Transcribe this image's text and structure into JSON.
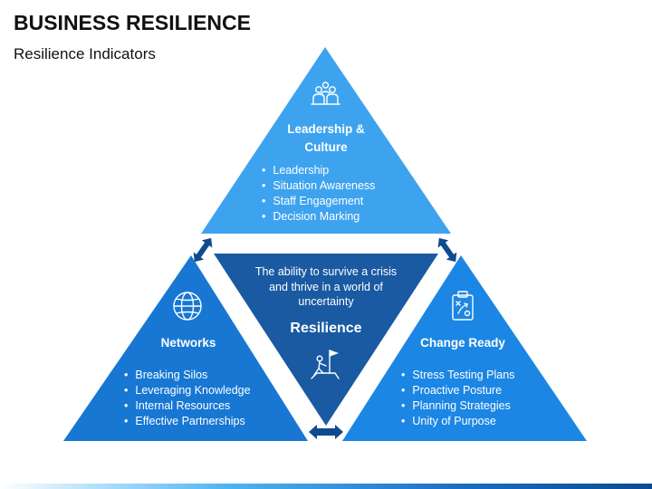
{
  "title": "BUSINESS RESILIENCE",
  "subtitle": "Resilience Indicators",
  "colors": {
    "top": "#3ea3ef",
    "left": "#1777d3",
    "right": "#1c86e4",
    "center": "#1a5aa2",
    "arrow": "#0f4a8e"
  },
  "top_panel": {
    "title_line1": "Leadership &",
    "title_line2": "Culture",
    "icon": "team-leadership-icon",
    "bullets": [
      "Leadership",
      "Situation Awareness",
      "Staff Engagement",
      "Decision Marking"
    ]
  },
  "left_panel": {
    "title": "Networks",
    "icon": "globe-icon",
    "bullets": [
      "Breaking Silos",
      "Leveraging Knowledge",
      "Internal Resources",
      "Effective Partnerships"
    ]
  },
  "right_panel": {
    "title": "Change Ready",
    "icon": "strategy-clipboard-icon",
    "bullets": [
      "Stress Testing Plans",
      "Proactive Posture",
      "Planning Strategies",
      "Unity of Purpose"
    ]
  },
  "center_panel": {
    "line1": "The ability to survive a crisis",
    "line2": "and thrive in a world of",
    "line3": "uncertainty",
    "title": "Resilience",
    "icon": "flag-climber-icon"
  }
}
